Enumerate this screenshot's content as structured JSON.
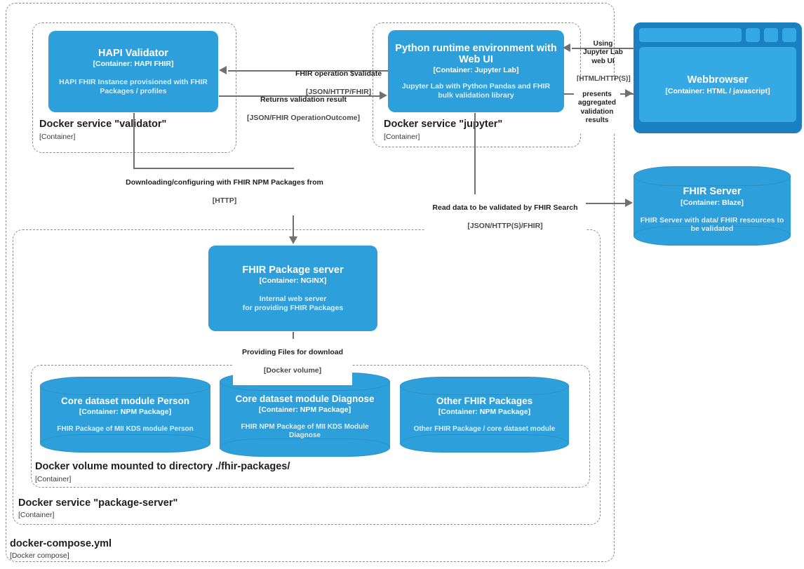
{
  "diagram": {
    "title": "docker-compose.yml",
    "subtitle": "[Docker compose]"
  },
  "boundaries": {
    "validator": {
      "label": "Docker service \"validator\"",
      "sub": "[Container]"
    },
    "jupyter": {
      "label": "Docker service \"jupyter\"",
      "sub": "[Container]"
    },
    "package_server": {
      "label": "Docker service \"package-server\"",
      "sub": "[Container]"
    },
    "volume": {
      "label": "Docker volume mounted to directory ./fhir-packages/",
      "sub": "[Container]"
    }
  },
  "nodes": {
    "hapi_validator": {
      "title": "HAPI Validator",
      "tech": "[Container: HAPI FHIR]",
      "desc": "HAPI FHIR Instance provisioned with FHIR Packages / profiles"
    },
    "python_runtime": {
      "title": "Python runtime environment with Web UI",
      "tech": "[Container: Jupyter Lab]",
      "desc": "Jupyter Lab with Python Pandas and FHIR bulk validation library"
    },
    "webbrowser": {
      "title": "Webbrowser",
      "tech": "[Container: HTML / javascript]"
    },
    "fhir_server": {
      "title": "FHIR Server",
      "tech": "[Container: Blaze]",
      "desc": "FHIR Server with data/ FHIR resources to be validated"
    },
    "package_server": {
      "title": "FHIR Package server",
      "tech": "[Container: NGINX]",
      "desc": "Internal web server\nfor providing FHIR Packages"
    },
    "module_person": {
      "title": "Core dataset module Person",
      "tech": "[Container: NPM Package]",
      "desc": "FHIR Package of MII KDS module Person"
    },
    "module_diagnose": {
      "title": "Core dataset module Diagnose",
      "tech": "[Container: NPM Package]",
      "desc": "FHIR NPM Package of MII KDS Module Diagnose"
    },
    "other_packages": {
      "title": "Other FHIR Packages",
      "tech": "[Container: NPM Package]",
      "desc": "Other FHIR Package / core dataset module"
    }
  },
  "edges": {
    "validate_request": {
      "label": "FHIR operation $validate",
      "proto": "[JSON/HTTP/FHIR]"
    },
    "validate_result": {
      "label": "Returns validation result",
      "proto": "[JSON/FHIR OperationOutcome]"
    },
    "using_jupyter_ui": {
      "label": "Using\nJupyter Lab\nweb UI",
      "proto": "[HTML/HTTP(S)]"
    },
    "presents_results": {
      "label": "presents\naggregated\nvalidation\nresults",
      "proto": ""
    },
    "downloading_packages": {
      "label": "Downloading/configuring with FHIR NPM Packages from",
      "proto": "[HTTP]"
    },
    "read_data": {
      "label": "Read data to be validated by FHIR Search",
      "proto": "[JSON/HTTP(S)/FHIR]"
    },
    "providing_files": {
      "label": "Providing Files for download",
      "proto": "[Docker volume]"
    }
  },
  "colors": {
    "node_blue": "#2d9fda",
    "browser_frame": "#1b80c2",
    "browser_inner": "#35a9e3",
    "boundary_gray": "#8c8c8c",
    "connector_gray": "#707070"
  }
}
